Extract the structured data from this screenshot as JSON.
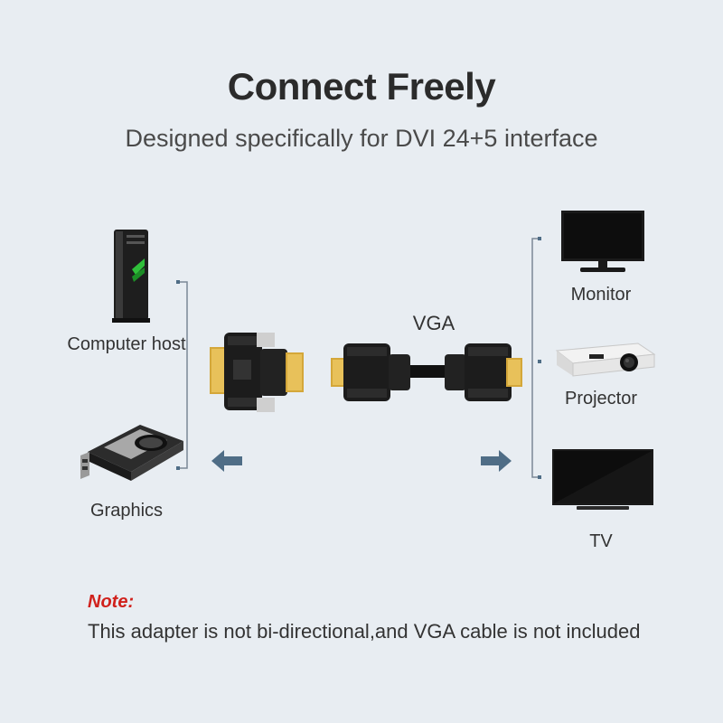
{
  "header": {
    "title": "Connect Freely",
    "subtitle": "Designed specifically for DVI 24+5 interface"
  },
  "left_devices": [
    {
      "label": "Computer host",
      "icon": "computer-tower-icon"
    },
    {
      "label": "Graphics",
      "icon": "graphics-card-icon"
    }
  ],
  "center": {
    "cable_label": "VGA",
    "left_arrow_icon": "arrow-left-icon",
    "right_arrow_icon": "arrow-right-icon"
  },
  "right_devices": [
    {
      "label": "Monitor",
      "icon": "monitor-icon"
    },
    {
      "label": "Projector",
      "icon": "projector-icon"
    },
    {
      "label": "TV",
      "icon": "tv-icon"
    }
  ],
  "note": {
    "title": "Note:",
    "text": "This adapter is not bi-directional,and VGA cable is not included"
  },
  "colors": {
    "background": "#e8edf2",
    "bracket": "#7a8896",
    "arrow": "#4f6d86",
    "note_accent": "#d0211c",
    "gold": "#d4a73a"
  }
}
